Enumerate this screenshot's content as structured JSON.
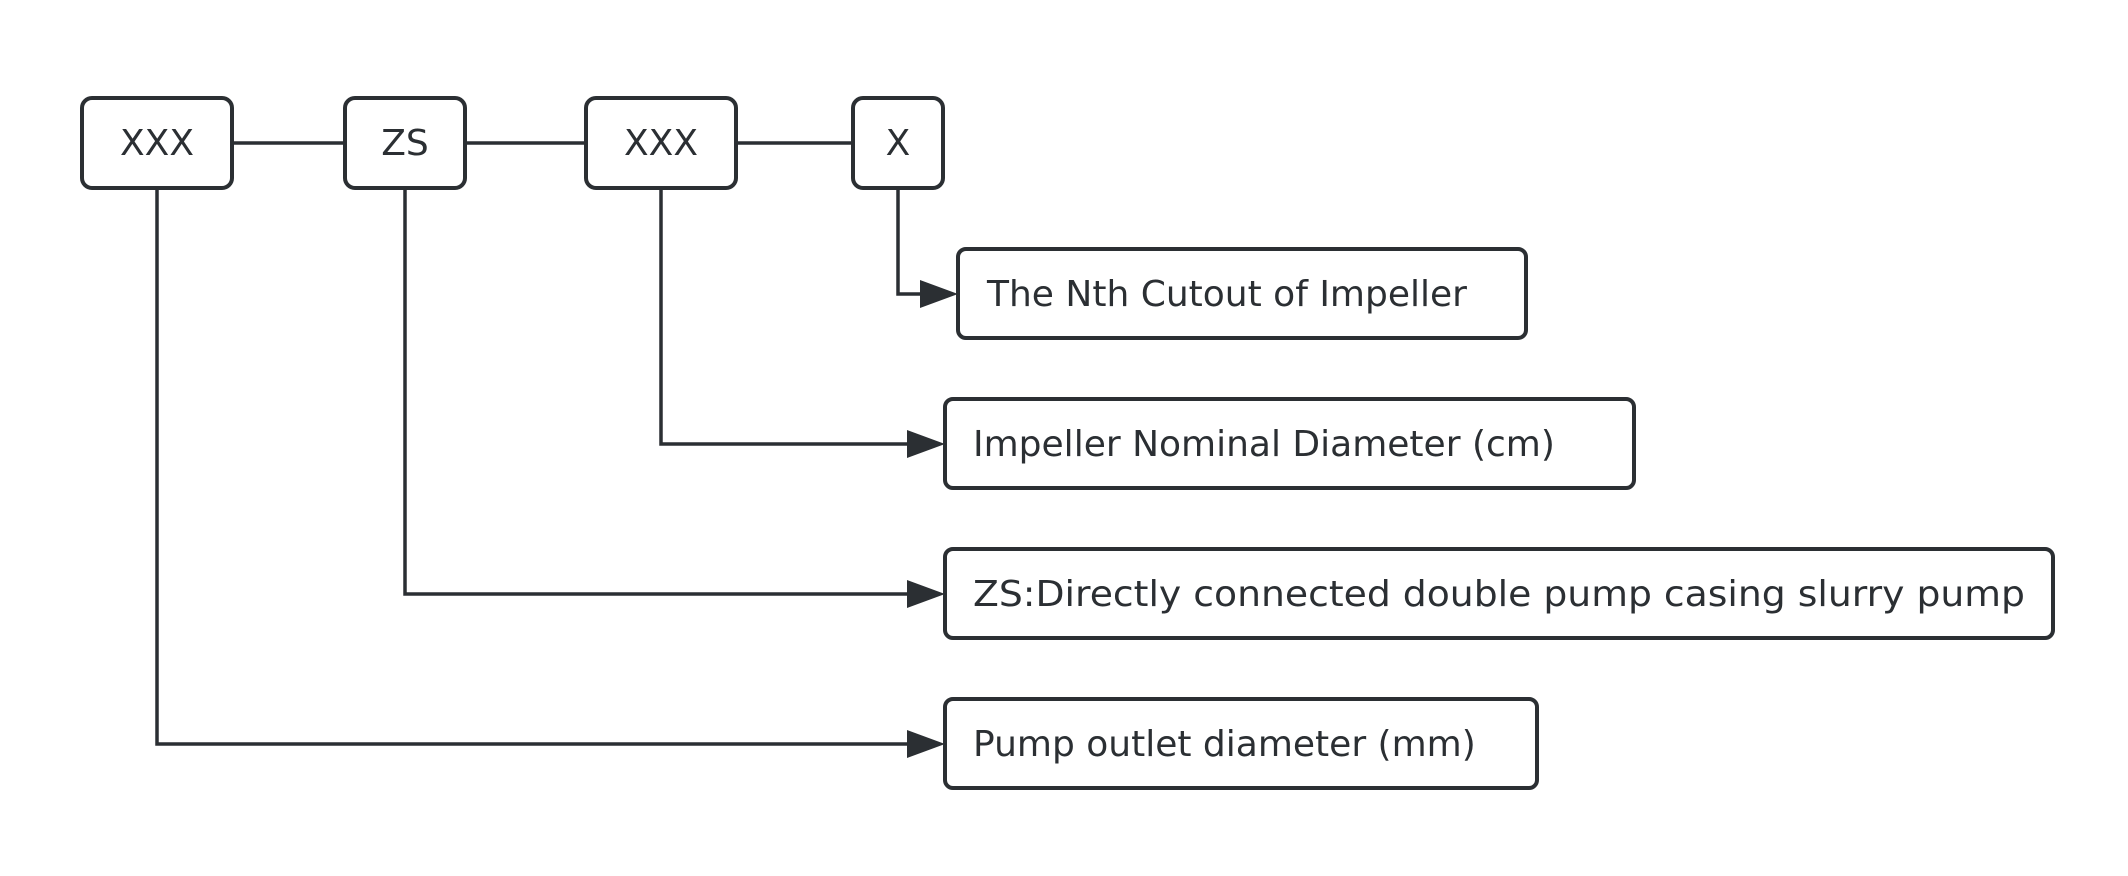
{
  "diagram": {
    "codes": [
      {
        "text": "XXX"
      },
      {
        "text": "ZS"
      },
      {
        "text": "XXX"
      },
      {
        "text": "X"
      }
    ],
    "labels": [
      {
        "text": "The Nth Cutout of Impeller"
      },
      {
        "text": "Impeller Nominal Diameter (cm)"
      },
      {
        "text": "ZS:Directly connected double pump casing slurry pump"
      },
      {
        "text": "Pump outlet diameter (mm)"
      }
    ],
    "colors": {
      "stroke": "#2b2f33",
      "background": "#ffffff"
    }
  }
}
